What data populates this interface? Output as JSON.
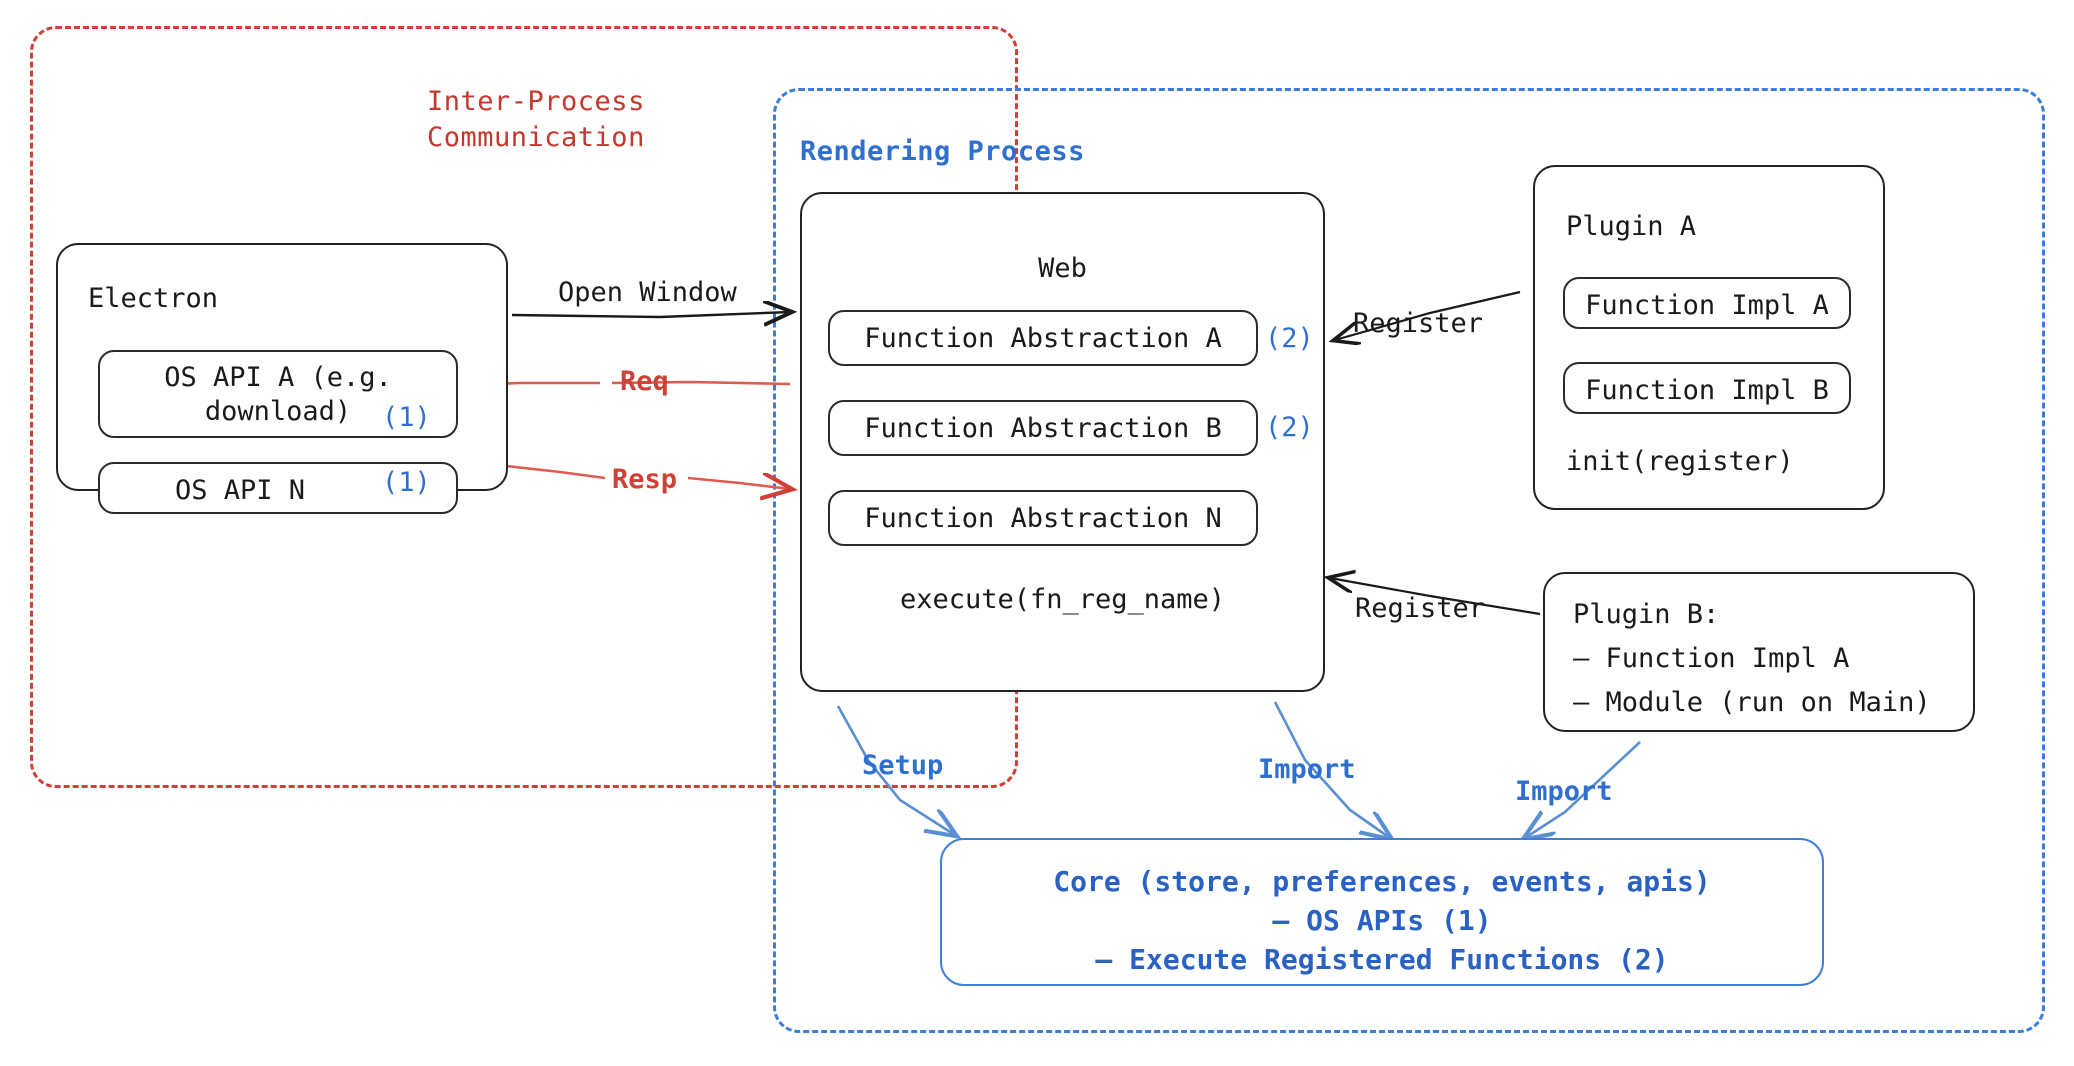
{
  "colors": {
    "ipc_red": "#cf4036",
    "render_blue": "#3b7dd8",
    "core_blue": "#2a62c4",
    "marker_blue": "#2f6fd0",
    "node_outline": "#222222",
    "text_black": "#1a1a1a"
  },
  "groups": {
    "ipc": {
      "title": "Inter-Process\nCommunication"
    },
    "rendering": {
      "title": "Rendering Process"
    }
  },
  "electron": {
    "title": "Electron",
    "apis": [
      {
        "label": "OS API A (e.g.\ndownload)",
        "marker": "(1)"
      },
      {
        "label": "OS API N",
        "marker": "(1)"
      }
    ]
  },
  "web": {
    "title": "Web",
    "abstractions": [
      {
        "label": "Function Abstraction A",
        "marker": "(2)"
      },
      {
        "label": "Function Abstraction B",
        "marker": "(2)"
      },
      {
        "label": "Function Abstraction N",
        "marker": ""
      }
    ],
    "footer": "execute(fn_reg_name)"
  },
  "plugin_a": {
    "title": "Plugin A",
    "impls": [
      "Function Impl A",
      "Function Impl B"
    ],
    "footer": "init(register)"
  },
  "plugin_b": {
    "title": "Plugin B:",
    "items": [
      "– Function Impl A",
      "– Module (run on Main)"
    ]
  },
  "core": {
    "text": "Core (store, preferences, events, apis)\n– OS APIs (1)\n– Execute Registered Functions (2)"
  },
  "edges": {
    "open_window": "Open Window",
    "req": "Req",
    "resp": "Resp",
    "register_plugin_a": "Register",
    "register_plugin_b": "Register",
    "setup": "Setup",
    "import_web": "Import",
    "import_plugin_b": "Import"
  }
}
